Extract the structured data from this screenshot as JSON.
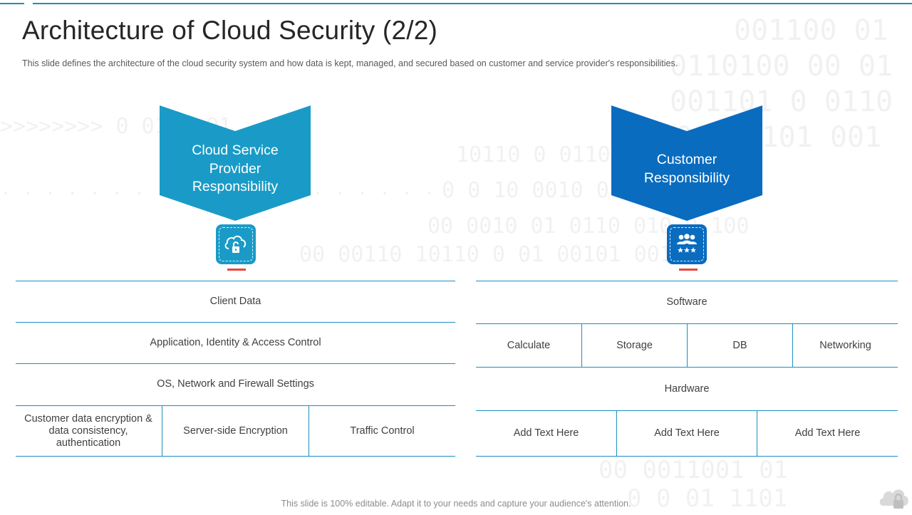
{
  "title": "Architecture of Cloud Security (2/2)",
  "subtitle": "This slide defines the architecture of the cloud security system and how data is kept, managed, and secured based on customer and service provider's responsibilities.",
  "colors": {
    "provider": "#1a9bc7",
    "customer": "#0a6cbf",
    "line": "#1a8fc1",
    "accent_dash": "#e8473c"
  },
  "provider": {
    "heading_lines": [
      "Cloud Service",
      "Provider",
      "Responsibility"
    ],
    "icon": "cloud-lock-icon",
    "rows": [
      "Client Data",
      "Application, Identity & Access Control",
      "OS, Network and Firewall Settings"
    ],
    "bottom_cells": [
      "Customer data encryption & data consistency, authentication",
      "Server-side Encryption",
      "Traffic Control"
    ]
  },
  "customer": {
    "heading_lines": [
      "Customer",
      "Responsibility"
    ],
    "icon": "users-rating-icon",
    "software": "Software",
    "software_cells": [
      "Calculate",
      "Storage",
      "DB",
      "Networking"
    ],
    "hardware": "Hardware",
    "hardware_cells": [
      "Add Text Here",
      "Add Text Here",
      "Add Text Here"
    ]
  },
  "footer": "This slide is 100% editable. Adapt it to your needs and capture your audience's attention."
}
